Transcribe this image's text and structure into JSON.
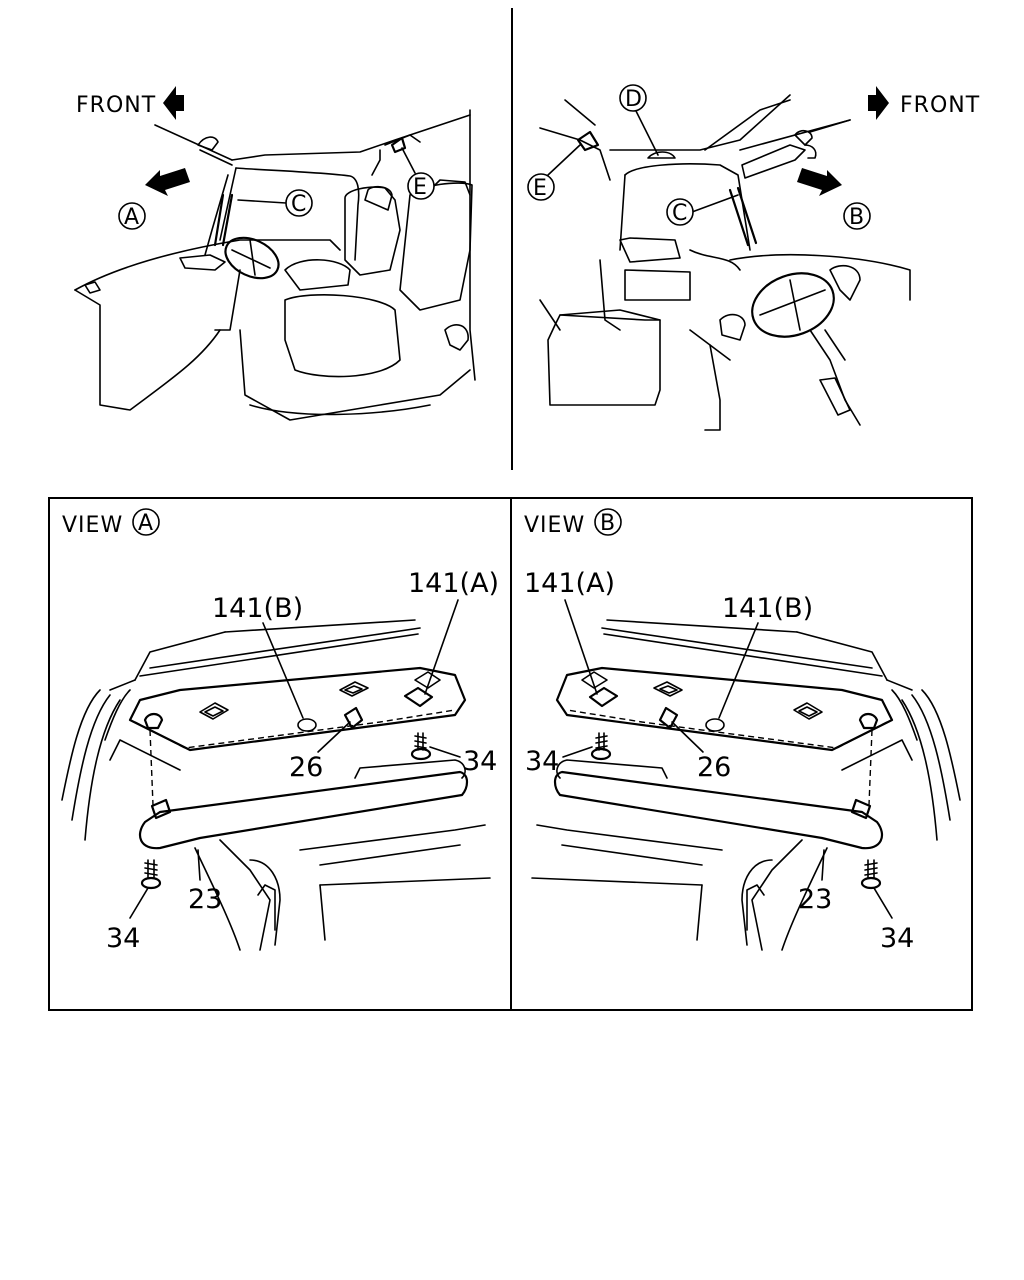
{
  "top_left": {
    "front": "FRONT",
    "callouts": {
      "a": "A",
      "c": "C",
      "e": "E"
    }
  },
  "top_right": {
    "front": "FRONT",
    "callouts": {
      "b": "B",
      "c": "C",
      "d": "D",
      "e": "E"
    }
  },
  "view_a": {
    "title": "VIEW",
    "title_callout": "A",
    "parts": {
      "p141b": "141(B)",
      "p141a": "141(A)",
      "p26": "26",
      "p34_right": "34",
      "p23": "23",
      "p34_left": "34"
    }
  },
  "view_b": {
    "title": "VIEW",
    "title_callout": "B",
    "parts": {
      "p141a": "141(A)",
      "p141b": "141(B)",
      "p34_left": "34",
      "p26": "26",
      "p23": "23",
      "p34_right": "34"
    }
  }
}
